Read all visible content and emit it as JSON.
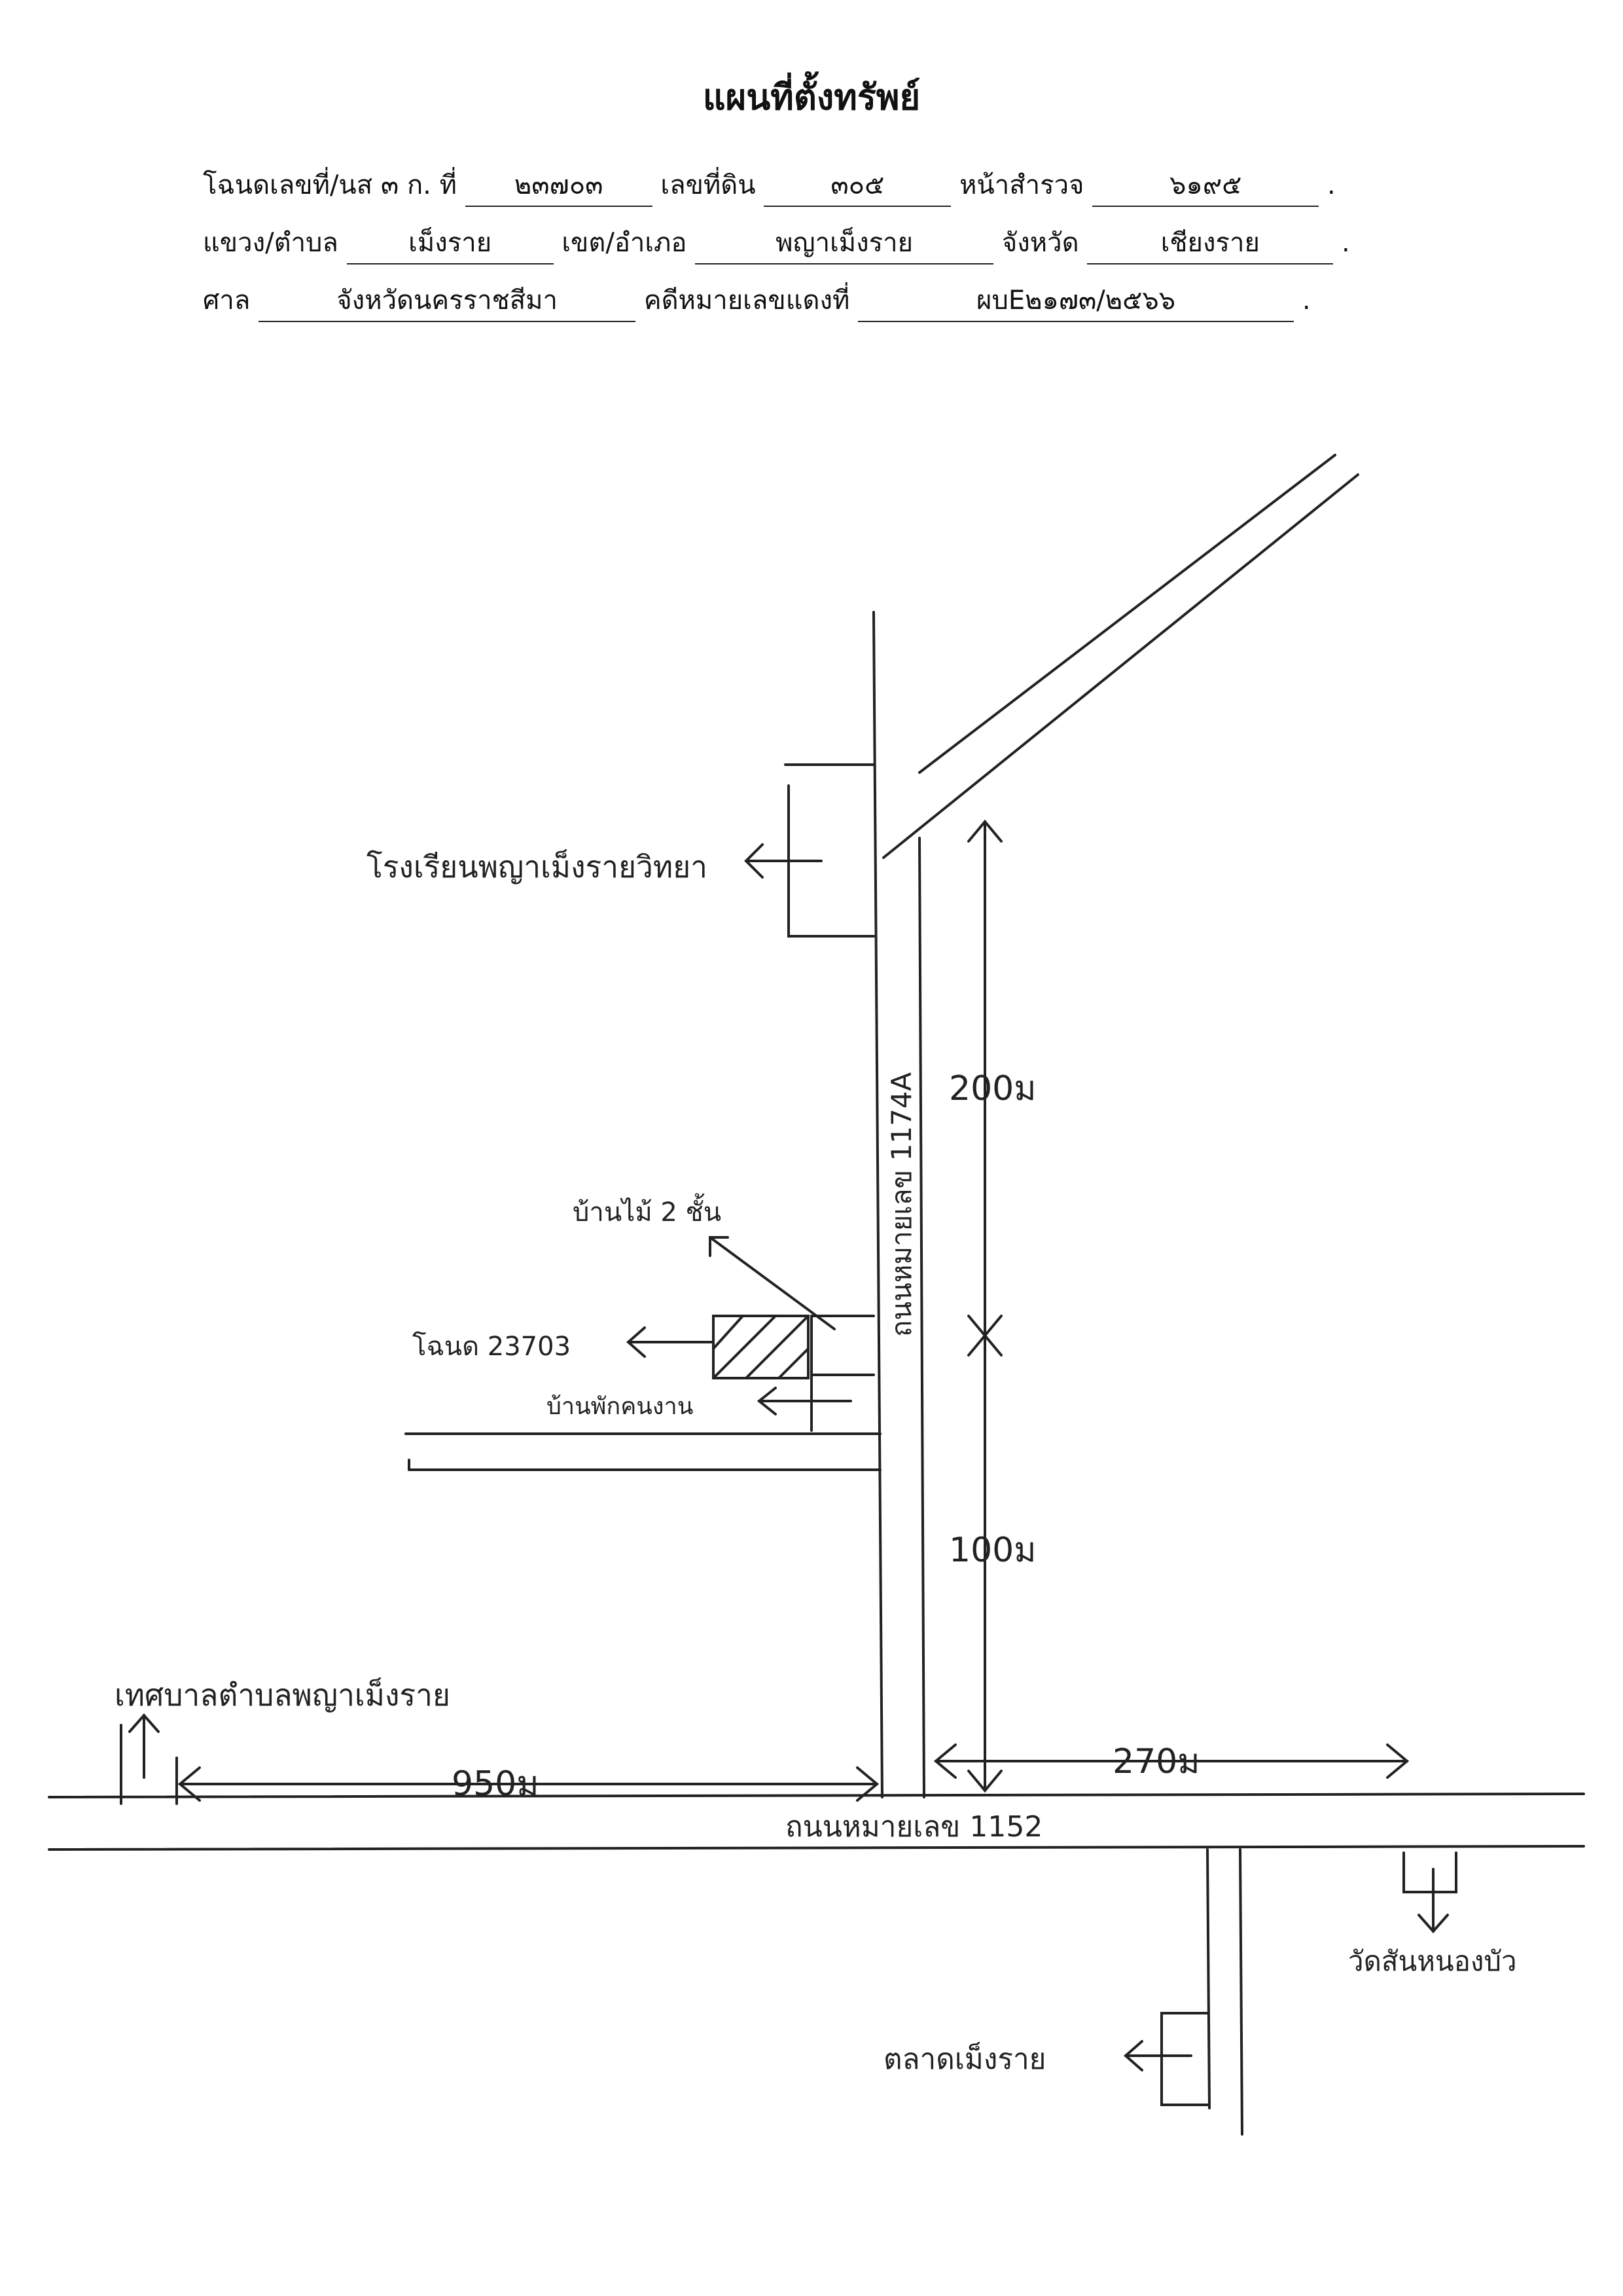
{
  "document": {
    "title": "แผนที่ตั้งทรัพย์",
    "deed_label": "โฉนดเลขที่/นส ๓ ก. ที่",
    "deed_no": "๒๓๗๐๓",
    "land_no_label": "เลขที่ดิน",
    "land_no": "๓๐๕",
    "survey_page_label": "หน้าสำรวจ",
    "survey_page": "๖๑๙๕",
    "subdistrict_label": "แขวง/ตำบล",
    "subdistrict": "เม็งราย",
    "district_label": "เขต/อำเภอ",
    "district": "พญาเม็งราย",
    "province_label": "จังหวัด",
    "province": "เชียงราย",
    "court_label": "ศาล",
    "court": "จังหวัดนครราชสีมา",
    "case_label": "คดีหมายเลขแดงที่",
    "case_no": "ผบE๒๑๗๓/๒๕๖๖",
    "end_mark": "."
  },
  "map": {
    "school": "โรงเรียนพญาเม็งรายวิทยา",
    "road_vertical": "ถนนหมายเลข 1174A",
    "road_horizontal": "ถนนหมายเลข 1152",
    "house": "บ้านไม้ 2 ชั้น",
    "deed_note": "โฉนด 23703",
    "rest_house": "บ้านพักคนงาน",
    "municipal": "เทศบาลตำบลพญาเม็งราย",
    "market": "ตลาดเม็งราย",
    "temple": "วัดสันหนองบัว",
    "dist_200": "200ม",
    "dist_100": "100ม",
    "dist_950": "950ม",
    "dist_270": "270ม"
  }
}
